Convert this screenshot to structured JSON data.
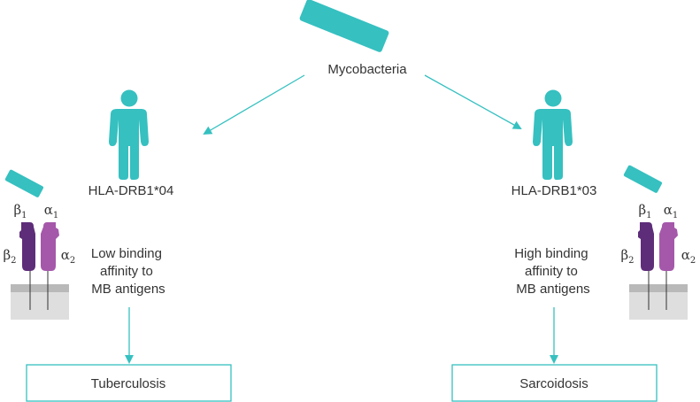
{
  "source": {
    "label": "Mycobacteria"
  },
  "left": {
    "hla_label": "HLA-DRB1*04",
    "binding_lines": [
      "Low binding",
      "affinity to",
      "MB antigens"
    ],
    "outcome": "Tuberculosis"
  },
  "right": {
    "hla_label": "HLA-DRB1*03",
    "binding_lines": [
      "High binding",
      "affinity to",
      "MB antigens"
    ],
    "outcome": "Sarcoidosis"
  },
  "mhc_chains": {
    "beta": "β",
    "alpha": "α",
    "sub1": "1",
    "sub2": "2"
  },
  "colors": {
    "accent": "#36c0c0",
    "beta_chain": "#5e2d79",
    "alpha_chain": "#a558aa",
    "membrane_light": "#dedede",
    "membrane_dark": "#b9b9b9",
    "text": "#333333"
  }
}
